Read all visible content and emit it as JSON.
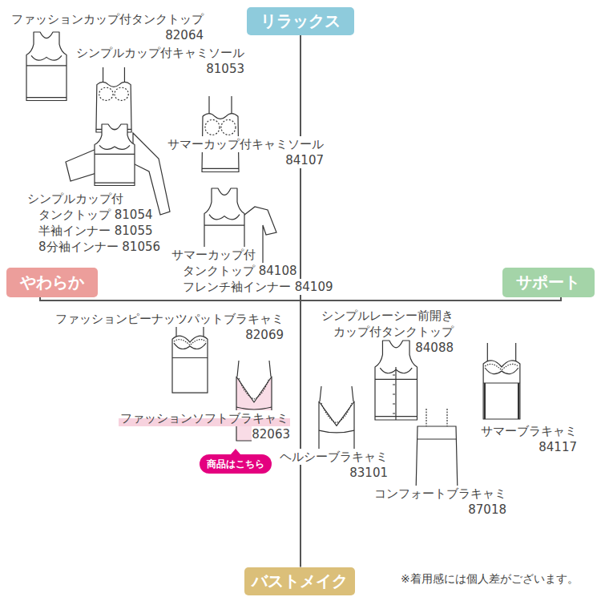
{
  "diagram": {
    "nodes": [
      {
        "text": [
          "リラックス"
        ]
      },
      {
        "text": [
          "やわらか"
        ]
      },
      {
        "text": [
          "サポート"
        ]
      },
      {
        "text": [
          "商品はこちら"
        ]
      },
      {
        "text": [
          "バストメイク"
        ]
      }
    ],
    "edges": [
      {
        "from": 0,
        "to": 4,
        "arrow": "none"
      },
      {
        "from": 1,
        "to": 2,
        "arrow": "none"
      }
    ],
    "labels": [
      "ファッションカップ付タンクトップ 82064",
      "シンプルカップ付キャミソール 81053",
      "サマーカップ付キャミソール 84107",
      "シンプルカップ付 タンクトップ 81054 半袖インナー 81055 8分袖インナー 81056",
      "サマーカップ付 タンクトップ 84108 フレンチ袖インナー 84109",
      "ファッションピーナッツパットブラキャミ 82069",
      "ファッションソフトブラキャミ 82063",
      "ヘルシーブラキャミ 83101",
      "シンプルレーシー前開き カップ付タンクトップ 84088",
      "サマーブラキャミ 84117",
      "コンフォートブラキャミ 87018",
      "※着用感には個人差がございます。"
    ]
  }
}
